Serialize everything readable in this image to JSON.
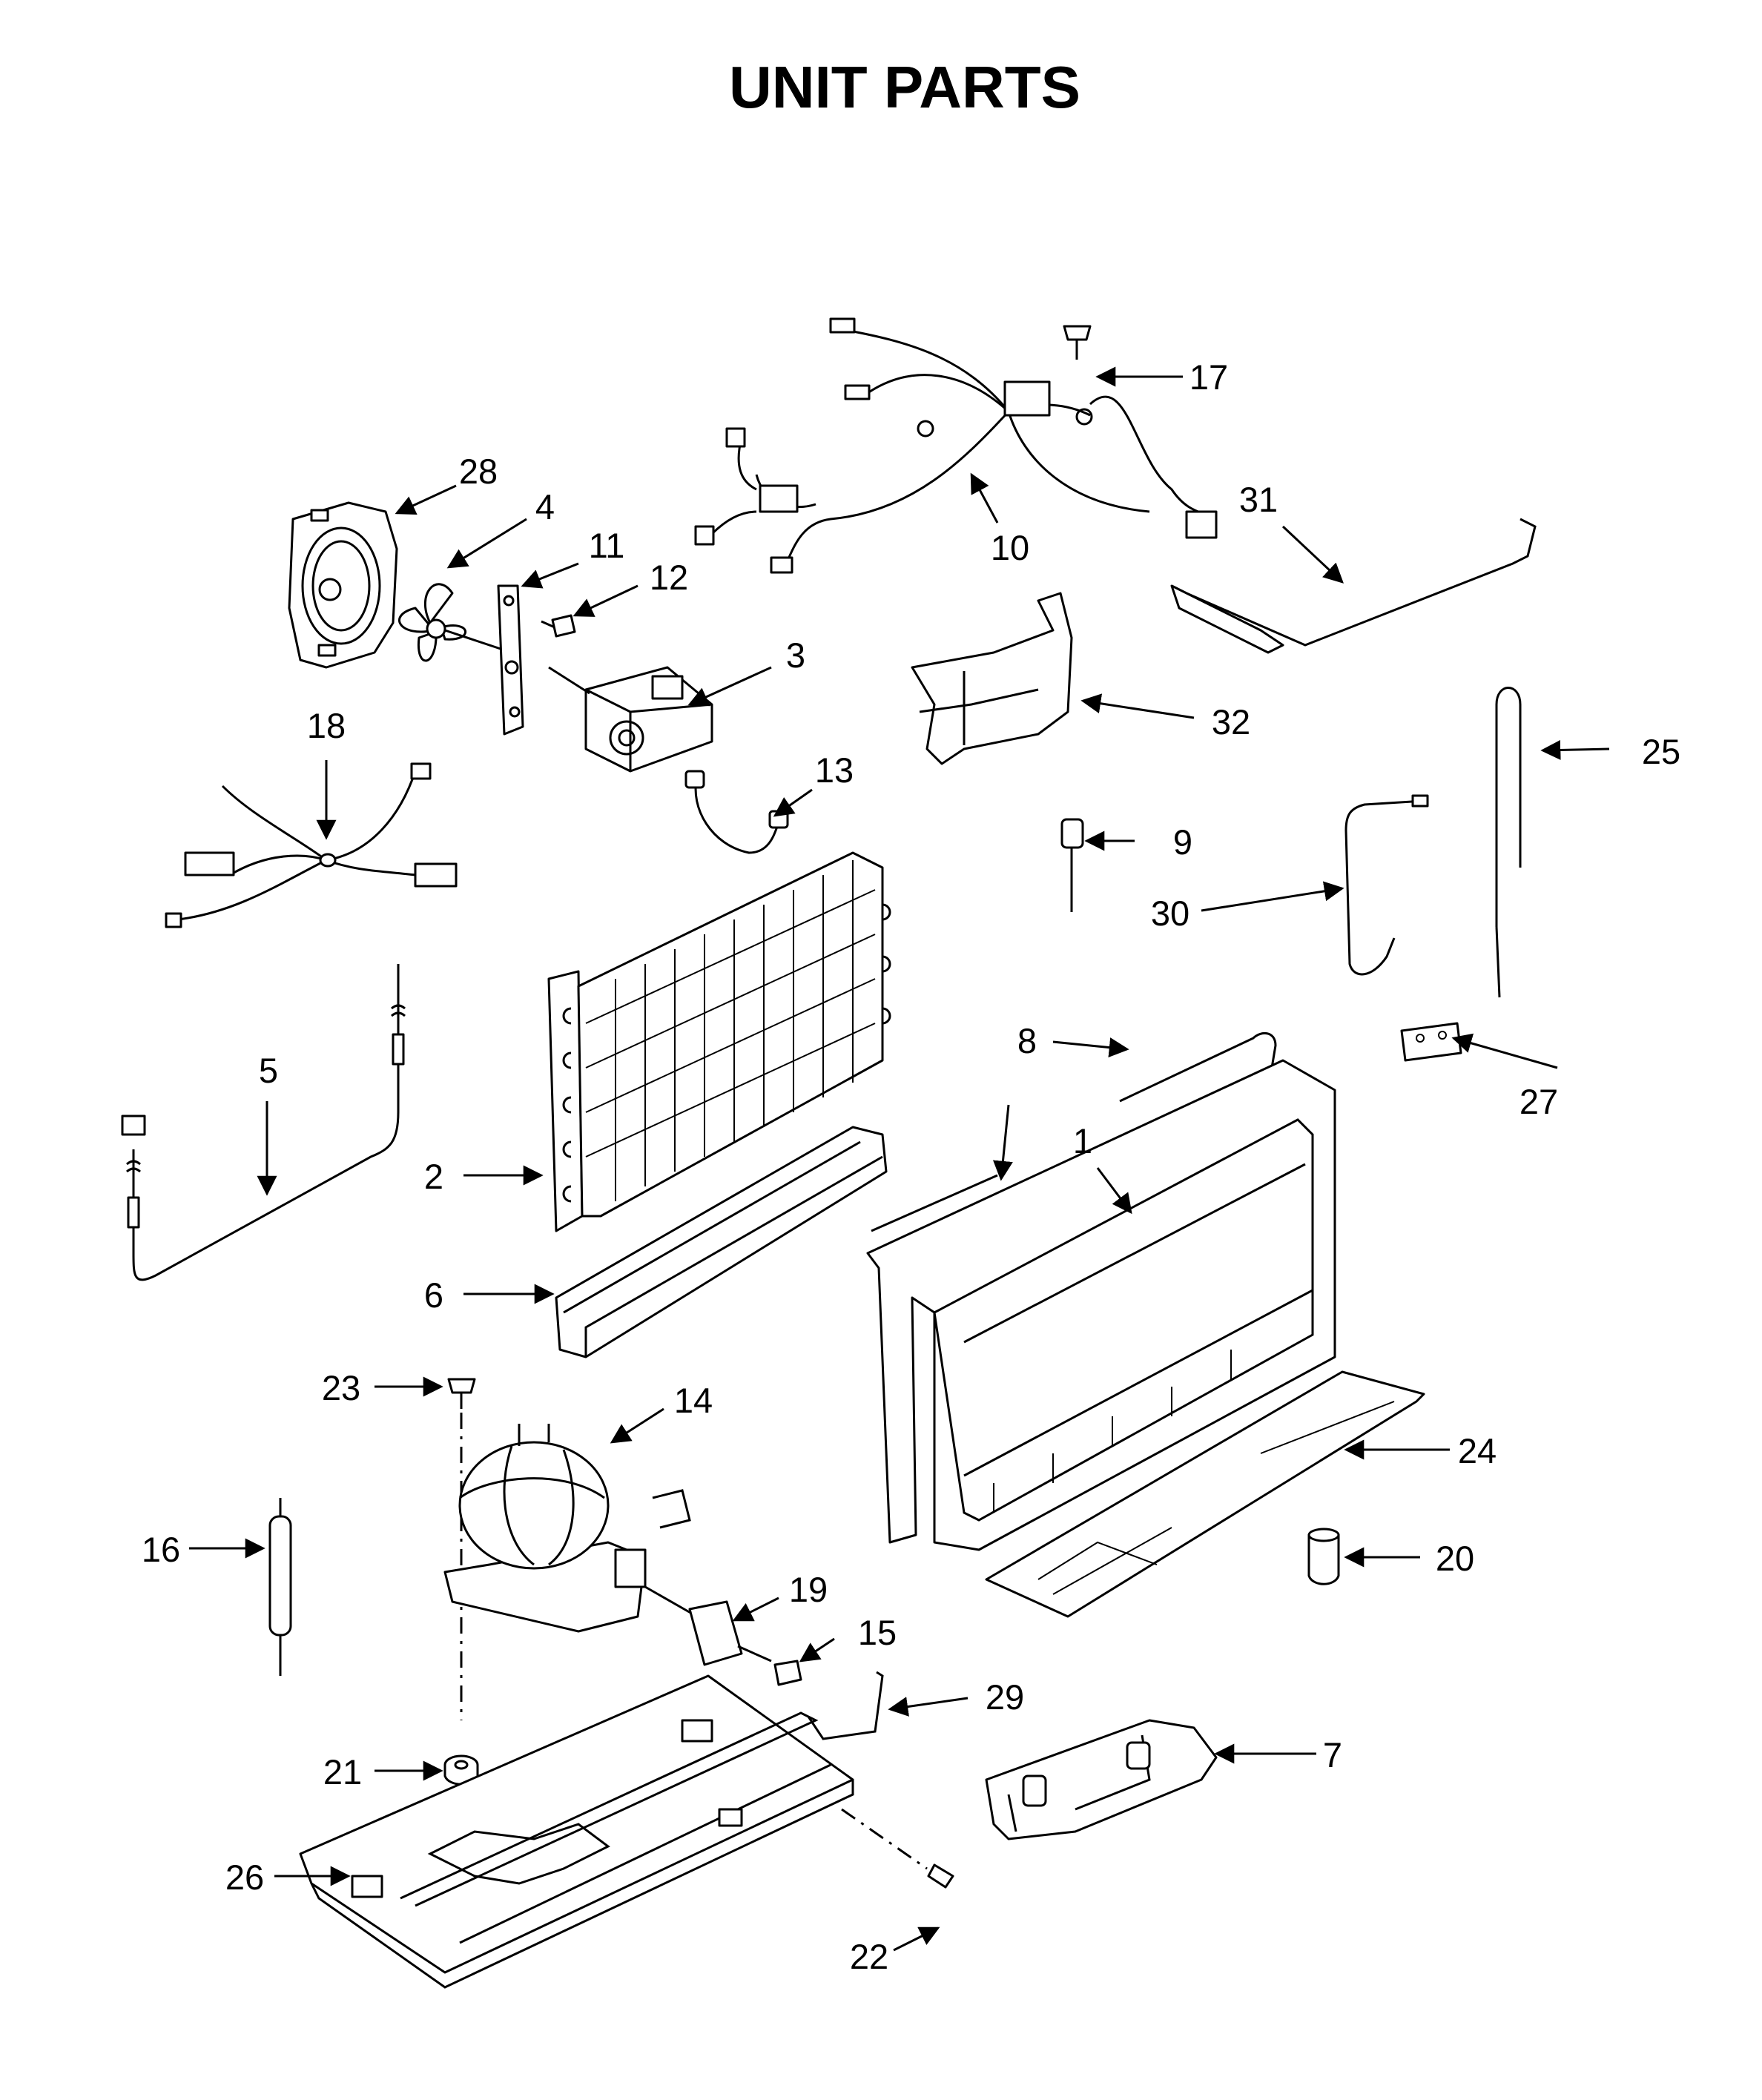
{
  "title": "UNIT PARTS",
  "callouts": [
    "1",
    "2",
    "3",
    "4",
    "5",
    "6",
    "7",
    "8",
    "9",
    "10",
    "11",
    "12",
    "13",
    "14",
    "15",
    "16",
    "17",
    "18",
    "19",
    "20",
    "21",
    "22",
    "23",
    "24",
    "25",
    "26",
    "27",
    "28",
    "29",
    "30",
    "31",
    "32"
  ]
}
